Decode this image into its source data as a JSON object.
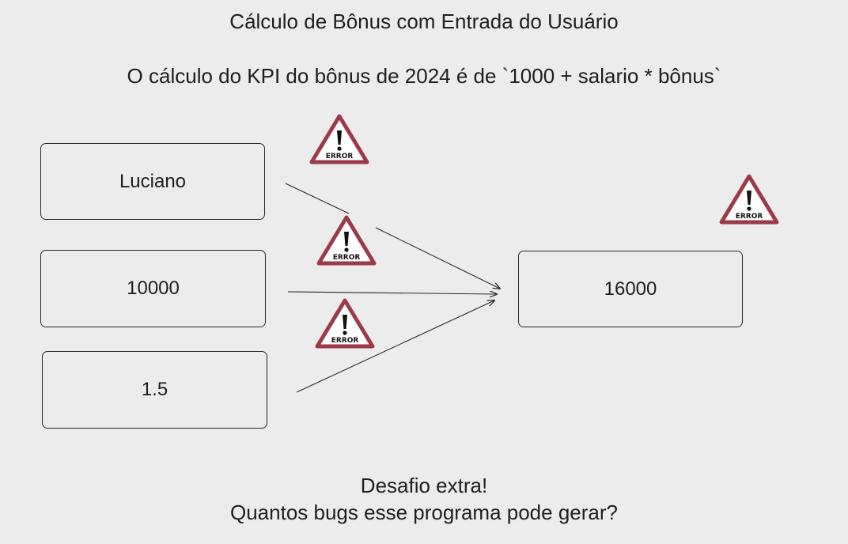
{
  "header": {
    "title": "Cálculo de Bônus com Entrada do Usuário",
    "subtitle": "O cálculo do KPI do bônus de 2024 é de `1000 + salario * bônus`"
  },
  "inputs": {
    "name": "Luciano",
    "salary": "10000",
    "bonus": "1.5"
  },
  "output": {
    "result": "16000"
  },
  "warning_icon": {
    "name": "error-warning-icon",
    "label": "ERROR",
    "color": "#9b3b49"
  },
  "footer": {
    "line1": "Desafio extra!",
    "line2": "Quantos bugs esse programa pode gerar?"
  }
}
